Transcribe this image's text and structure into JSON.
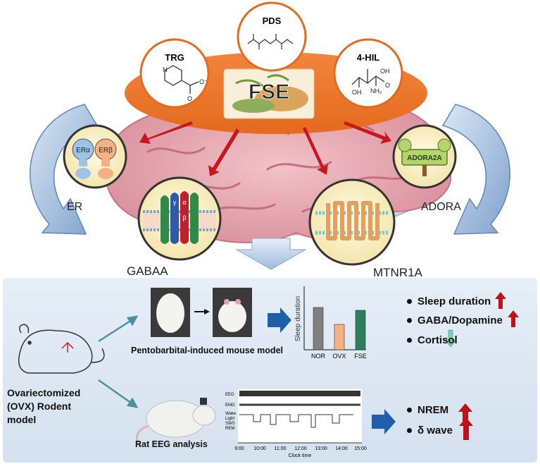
{
  "top": {
    "center_label": "FSE",
    "compounds": [
      {
        "name": "PDS",
        "icon": "pds-structure-icon"
      },
      {
        "name": "TRG",
        "icon": "trg-structure-icon"
      },
      {
        "name": "4-HIL",
        "icon": "4-hil-structure-icon"
      }
    ],
    "trg_atoms": {
      "n": "N",
      "o": "O",
      "om": "O⁻"
    },
    "hil_atoms": {
      "oh": "OH",
      "nh2": "NH₂",
      "oh2": "OH",
      "o": "O"
    },
    "targets": [
      {
        "name": "ER",
        "sub1": "ERα",
        "sub2": "ERβ"
      },
      {
        "name": "ADORA",
        "sub1": "ADORA2A"
      },
      {
        "name": "GABAA",
        "sub1": "α",
        "sub2": "β",
        "sub3": "γ"
      },
      {
        "name": "MTNR1A"
      }
    ]
  },
  "bottom": {
    "rodent_model": "Ovariectomized\n(OVX) Rodent\nmodel",
    "mouse_model_label": "Pentobarbital-induced mouse model",
    "eeg_label": "Rat EEG analysis",
    "bar_chart": {
      "ylabel": "Sleep duration",
      "categories": [
        "NOR",
        "OVX",
        "FSE"
      ]
    },
    "eeg_chart": {
      "row_labels": [
        "EEG",
        "EMG",
        "Wake",
        "Light",
        "SWS",
        "REM"
      ],
      "ticks": [
        "9:00",
        "10:00",
        "11:00",
        "12:00",
        "13:00",
        "14:00",
        "15:00"
      ],
      "xlabel": "Clock time"
    },
    "results_mouse": [
      {
        "text": "Sleep duration",
        "arrow": "up"
      },
      {
        "text": "GABA/Dopamine",
        "arrow": "up"
      },
      {
        "text": "Cortisol",
        "arrow": "down"
      }
    ],
    "results_eeg": [
      {
        "text": "NREM",
        "arrow": "up"
      },
      {
        "text": "δ wave",
        "arrow": "up"
      }
    ]
  },
  "colors": {
    "up_arrow": "#c0111b",
    "down_arrow": "#7ecfae",
    "chevron": "#1f5ea8",
    "bar_nor": "#7f7f7f",
    "bar_ovx": "#f4b183",
    "bar_fse": "#2e7d5b"
  }
}
